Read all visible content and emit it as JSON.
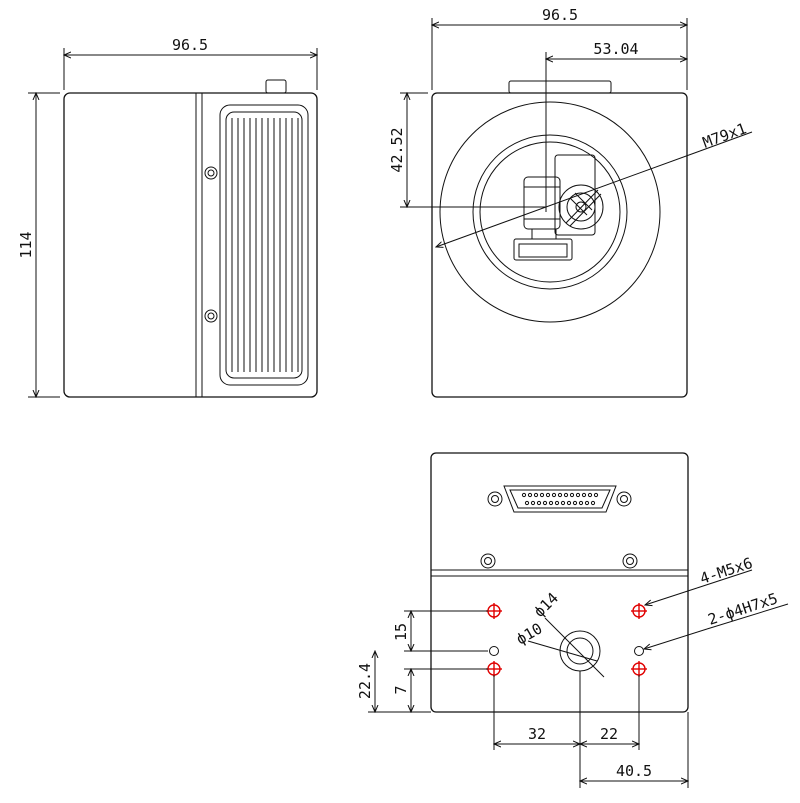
{
  "dimensions": {
    "side_width": "96.5",
    "side_height": "114",
    "front_width": "96.5",
    "front_offset": "53.04",
    "front_vertical": "42.52",
    "thread": "M79x1",
    "bottom_mount_screws": "4-M5x6",
    "bottom_pin_holes": "2-ϕ4H7x5",
    "bottom_outer_dia": "ϕ14",
    "bottom_inner_dia": "ϕ10",
    "bottom_y_15": "15",
    "bottom_y_224": "22.4",
    "bottom_y_7": "7",
    "bottom_x_32": "32",
    "bottom_x_22": "22",
    "bottom_x_405": "40.5"
  },
  "colors": {
    "line": "#111111",
    "hole_highlight": "#e00000",
    "background": "#ffffff"
  }
}
